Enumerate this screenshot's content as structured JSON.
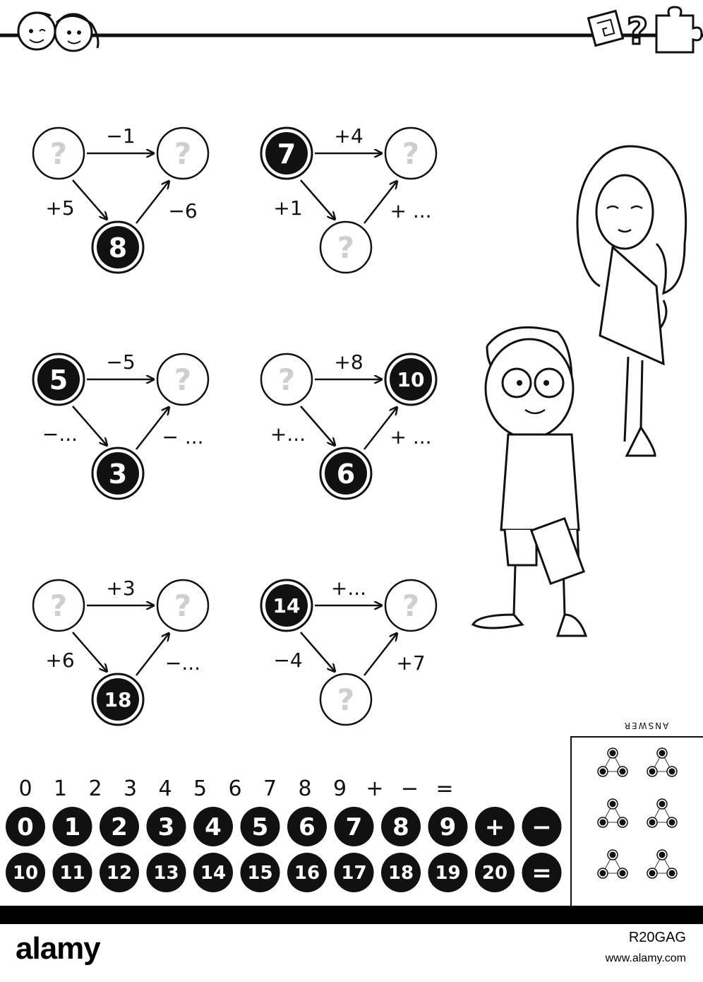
{
  "puzzles": [
    {
      "top_left": "?",
      "top_right": "?",
      "bottom": "8",
      "op_top": "−1",
      "op_left": "+5",
      "op_right": "−6",
      "filled": {
        "top_left": false,
        "top_right": false,
        "bottom": true
      }
    },
    {
      "top_left": "7",
      "top_right": "?",
      "bottom": "?",
      "op_top": "+4",
      "op_left": "+1",
      "op_right": "+ ...",
      "filled": {
        "top_left": true,
        "top_right": false,
        "bottom": false
      }
    },
    {
      "top_left": "5",
      "top_right": "?",
      "bottom": "3",
      "op_top": "−5",
      "op_left": "−...",
      "op_right": "− ...",
      "filled": {
        "top_left": true,
        "top_right": false,
        "bottom": true
      }
    },
    {
      "top_left": "?",
      "top_right": "10",
      "bottom": "6",
      "op_top": "+8",
      "op_left": "+...",
      "op_right": "+ ...",
      "filled": {
        "top_left": false,
        "top_right": true,
        "bottom": true
      }
    },
    {
      "top_left": "?",
      "top_right": "?",
      "bottom": "18",
      "op_top": "+3",
      "op_left": "+6",
      "op_right": "−...",
      "filled": {
        "top_left": false,
        "top_right": false,
        "bottom": true
      }
    },
    {
      "top_left": "14",
      "top_right": "?",
      "bottom": "?",
      "op_top": "+...",
      "op_left": "−4",
      "op_right": "+7",
      "filled": {
        "top_left": true,
        "top_right": false,
        "bottom": false
      }
    }
  ],
  "digits_row": [
    "0",
    "1",
    "2",
    "3",
    "4",
    "5",
    "6",
    "7",
    "8",
    "9",
    "+",
    "−",
    "="
  ],
  "stickers_row1": [
    "0",
    "1",
    "2",
    "3",
    "4",
    "5",
    "6",
    "7",
    "8",
    "9",
    "+",
    "−"
  ],
  "stickers_row2": [
    "10",
    "11",
    "12",
    "13",
    "14",
    "15",
    "16",
    "17",
    "18",
    "19",
    "20",
    "="
  ],
  "answer_label": "ANSWER",
  "watermark": {
    "logo": "alamy",
    "image_id": "R20GAG",
    "url": "www.alamy.com",
    "top_mark": "alamy"
  },
  "colors": {
    "ink": "#111111",
    "hint_gray": "#cfcfcf",
    "paper": "#ffffff"
  }
}
